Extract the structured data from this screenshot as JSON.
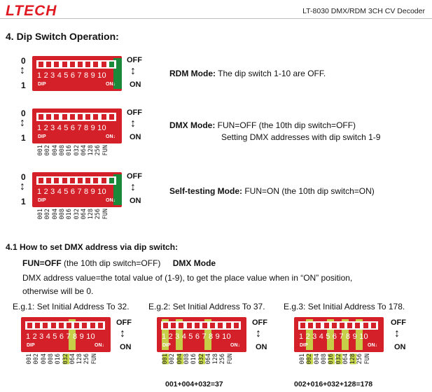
{
  "header": {
    "logo": "LTECH",
    "title": "LT-8030 DMX/RDM 3CH CV Decoder"
  },
  "section4": {
    "title": "4.  Dip Switch Operation:"
  },
  "labels": {
    "zero": "0",
    "one": "1",
    "off": "OFF",
    "on": "ON",
    "dip": "DIP",
    "on_arrow": "ON↓",
    "numbers": "1 2 3 4 5 6 7 8 9 10"
  },
  "values": [
    "001",
    "002",
    "004",
    "008",
    "016",
    "032",
    "064",
    "128",
    "256",
    "FUN"
  ],
  "modes": [
    {
      "name": "RDM Mode:",
      "desc": "The dip switch 1-10 are OFF."
    },
    {
      "name": "DMX Mode:",
      "desc": "FUN=OFF (the 10th dip switch=OFF)",
      "desc2": "Setting DMX addresses with dip switch 1-9"
    },
    {
      "name": "Self-testing Mode:",
      "desc": "FUN=ON (the 10th dip switch=ON)"
    }
  ],
  "section41": {
    "title": "4.1  How to set DMX address via dip switch:",
    "fun_label": "FUN=OFF",
    "fun_desc": "(the 10th dip switch=OFF)",
    "mode": "DMX Mode",
    "line1": "DMX address value=the total value of (1-9), to get the place value when in “ON” position,",
    "line2": "otherwise will be 0."
  },
  "examples": [
    {
      "title": "E.g.1: Set Initial Address To 32.",
      "sum": ""
    },
    {
      "title": "E.g.2: Set Initial Address To 37.",
      "sum": "001+004+032=37"
    },
    {
      "title": "E.g.3: Set Initial Address To 178.",
      "sum": "002+016+032+128=178"
    }
  ],
  "colors": {
    "brand": "#e01a22",
    "switch_red": "#d42028",
    "highlight": "#c6d84a",
    "on_green": "#1a8a3a"
  }
}
